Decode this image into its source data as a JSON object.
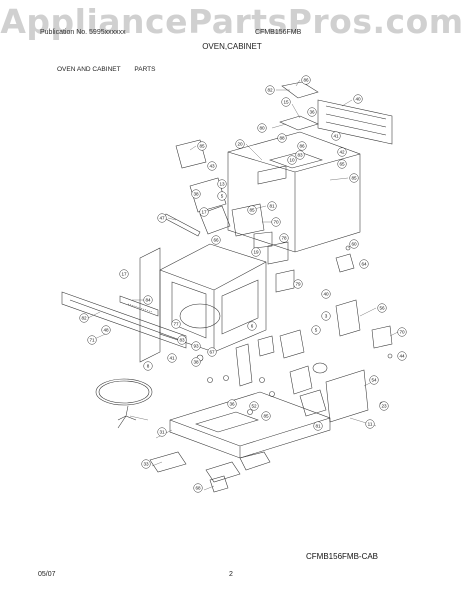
{
  "watermark": "AppliancePartsPros.com",
  "header": {
    "left": "Publication No. 5995xxxxxx",
    "right": "CFMB156FMB"
  },
  "title": "OVEN,CABINET",
  "section": {
    "left": "OVEN AND CABINET",
    "right": "PARTS"
  },
  "model_code": "CFMB156FMB-CAB",
  "footer": {
    "date": "05/07",
    "page": "2"
  },
  "callouts": [
    "86",
    "82",
    "40",
    "36",
    "80",
    "15",
    "88",
    "41",
    "86",
    "83",
    "42",
    "65",
    "20",
    "85",
    "43",
    "13",
    "38",
    "10",
    "5",
    "85",
    "17",
    "47",
    "81",
    "85",
    "70",
    "78",
    "79",
    "19",
    "66",
    "60",
    "64",
    "17",
    "84",
    "82",
    "48",
    "71",
    "77",
    "83",
    "93",
    "8",
    "41",
    "38",
    "67",
    "6",
    "40",
    "3",
    "5",
    "56",
    "70",
    "44",
    "54",
    "23",
    "11",
    "36",
    "52",
    "85",
    "81",
    "31",
    "33",
    "68"
  ]
}
